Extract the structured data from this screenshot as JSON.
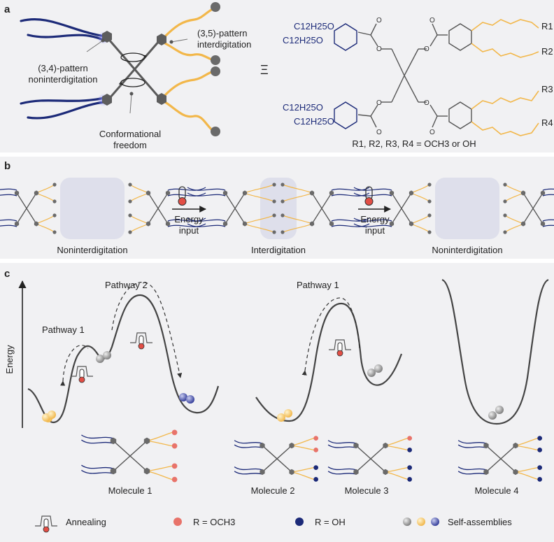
{
  "panel_a": {
    "letter": "a",
    "label_34": [
      "(3,4)-pattern",
      "noninterdigitation"
    ],
    "label_35": [
      "(3,5)-pattern",
      "interdigitation"
    ],
    "label_conf": [
      "Conformational",
      "freedom"
    ],
    "equiv": "Ξ",
    "chain": "C12H25O",
    "r_labels": [
      "R1",
      "R2",
      "R3",
      "R4"
    ],
    "r_caption": "R1, R2, R3, R4 = OCH3 or OH"
  },
  "panel_b": {
    "letter": "b",
    "states": [
      "Noninterdigitation",
      "Interdigitation",
      "Noninterdigitation"
    ],
    "energy_input": [
      "Energy",
      "input"
    ]
  },
  "panel_c": {
    "letter": "c",
    "y_label": "Energy",
    "pathway1": "Pathway 1",
    "pathway2": "Pathway 2",
    "molecules": [
      "Molecule 1",
      "Molecule 2",
      "Molecule 3",
      "Molecule 4"
    ]
  },
  "legend": {
    "annealing": "Annealing",
    "r_och3": "R = OCH3",
    "r_oh": "R = OH",
    "self_assemblies": "Self-assemblies"
  },
  "colors": {
    "blue_chain": "#1c2a78",
    "orange_chain": "#f2b74a",
    "gray_node": "#6a6a6a",
    "och3_dot": "#e8736a",
    "oh_dot": "#1c2a78",
    "panel_bg": "#f1f1f3"
  }
}
